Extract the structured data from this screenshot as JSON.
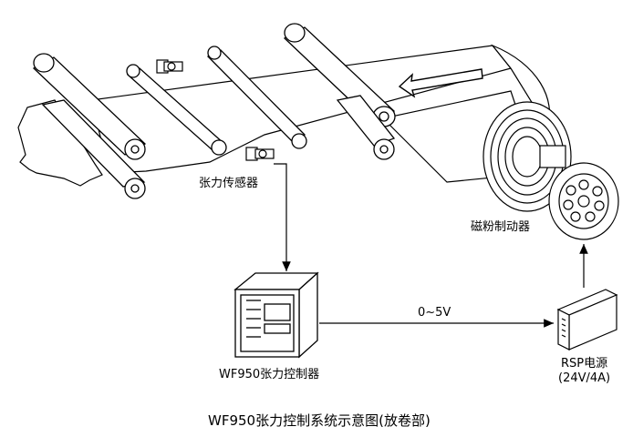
{
  "labels": {
    "tension_sensor": "张力传感器",
    "magnetic_brake": "磁粉制动器",
    "controller": "WF950张力控制器",
    "signal": "0~5V",
    "power_supply_line1": "RSP电源",
    "power_supply_line2": "(24V/4A)"
  },
  "caption": "WF950张力控制系统示意图(放卷部)",
  "colors": {
    "ink": "#000000",
    "paper": "#ffffff"
  }
}
